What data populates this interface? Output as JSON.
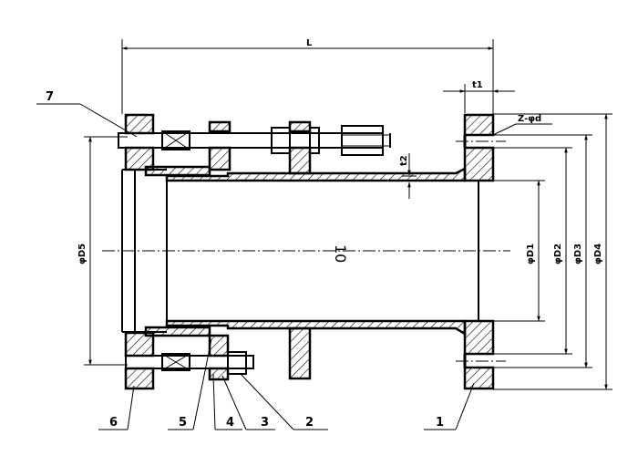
{
  "dimensions": {
    "length": "L",
    "flange_thickness": "t1",
    "wall_thickness": "t2",
    "bolt_holes": "Z-φd",
    "d1": "φD1",
    "d2": "φD2",
    "d3": "φD3",
    "d4": "φD4",
    "d5": "φD5"
  },
  "pipe_label": "10",
  "callouts": [
    "7",
    "6",
    "5",
    "4",
    "3",
    "2",
    "1"
  ]
}
